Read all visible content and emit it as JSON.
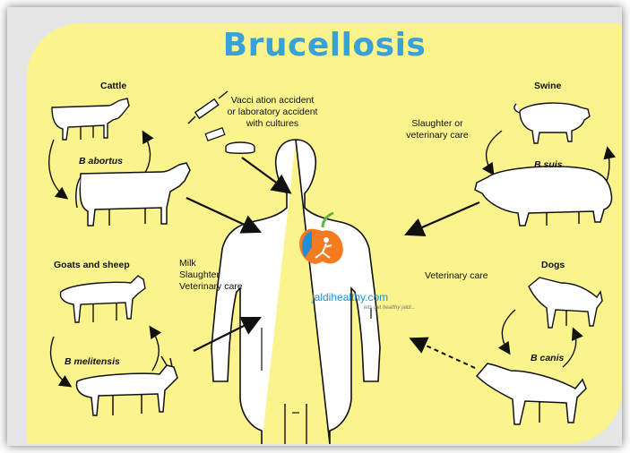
{
  "title": "Brucellosis",
  "labels": {
    "cattle": "Cattle",
    "b_abortus": "B abortus",
    "vaccination": [
      "Vacci  ation accident",
      "or laboratory accident",
      "with cultures"
    ],
    "swine": "Swine",
    "slaughter_vet": [
      "Slaughter or",
      "veterinary care"
    ],
    "b_suis": "B suis",
    "goats_sheep": "Goats and sheep",
    "milk_routes": [
      "Milk",
      "Slaughter",
      "Veterinary care"
    ],
    "b_melitensis": "B melitensis",
    "vet_care": "Veterinary care",
    "dogs": "Dogs",
    "b_canis": "B canis"
  },
  "watermark": {
    "brand": "jaldihealthy.com",
    "tagline": "lets get healthy jaldi..."
  },
  "colors": {
    "background": "#fbf38b",
    "title": "#3aa0d8",
    "logo_orange": "#f47b20",
    "logo_blue": "#1f8fd6",
    "logo_green": "#5fb544"
  }
}
